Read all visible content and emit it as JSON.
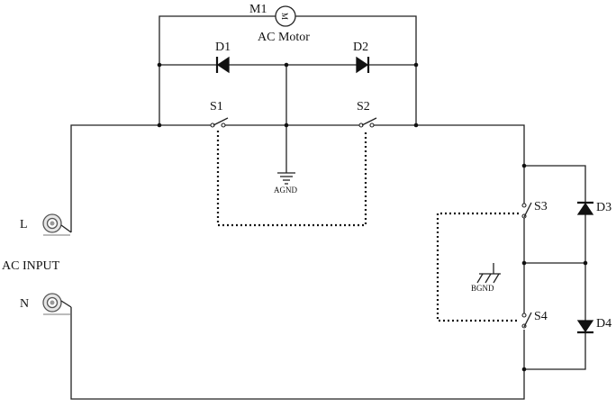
{
  "labels": {
    "motor_ref": "M1",
    "motor_name": "AC Motor",
    "motor_glyph": "M",
    "d1": "D1",
    "d2": "D2",
    "d3": "D3",
    "d4": "D4",
    "s1": "S1",
    "s2": "S2",
    "s3": "S3",
    "s4": "S4",
    "agnd": "AGND",
    "bgnd": "BGND",
    "line": "L",
    "neutral": "N",
    "input": "AC INPUT"
  }
}
